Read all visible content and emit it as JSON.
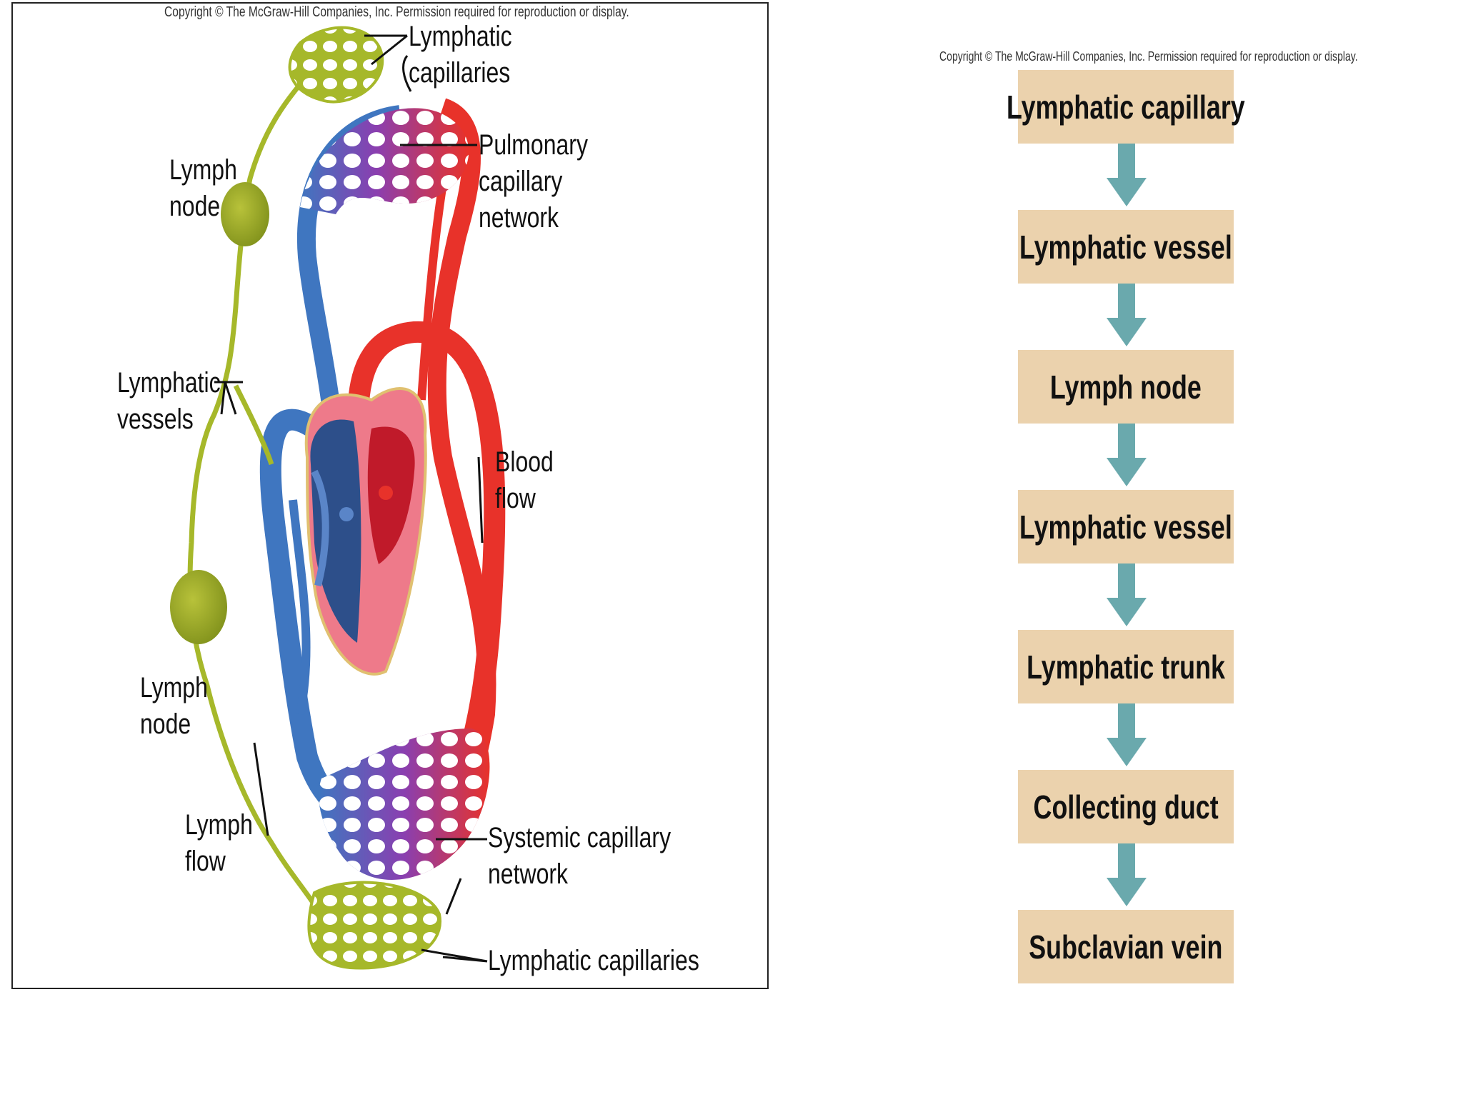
{
  "copyright_left": "Copyright © The McGraw-Hill Companies, Inc. Permission required for reproduction or display.",
  "copyright_right": "Copyright © The McGraw-Hill Companies, Inc. Permission required for reproduction or display.",
  "diagram_labels": {
    "lymphatic_capillaries_top": [
      "Lymphatic",
      "capillaries"
    ],
    "pulmonary_capillary_network": [
      "Pulmonary",
      "capillary",
      "network"
    ],
    "lymph_node_top": [
      "Lymph",
      "node"
    ],
    "lymphatic_vessels": [
      "Lymphatic",
      "vessels"
    ],
    "blood_flow": [
      "Blood",
      "flow"
    ],
    "lymph_node_bottom": [
      "Lymph",
      "node"
    ],
    "lymph_flow": [
      "Lymph",
      "flow"
    ],
    "systemic_capillary_network": [
      "Systemic capillary",
      "network"
    ],
    "lymphatic_capillaries_bottom": "Lymphatic capillaries"
  },
  "flow_steps": [
    "Lymphatic capillary",
    "Lymphatic vessel",
    "Lymph node",
    "Lymphatic vessel",
    "Lymphatic trunk",
    "Collecting duct",
    "Subclavian vein"
  ],
  "colors": {
    "lymph_green": "#a6b82a",
    "artery_red": "#e8322a",
    "vein_blue": "#3f76c0",
    "capillary_purple": "#8a3fb0",
    "box_fill": "#ebd2ad",
    "arrow_teal": "#6aa9ad"
  }
}
